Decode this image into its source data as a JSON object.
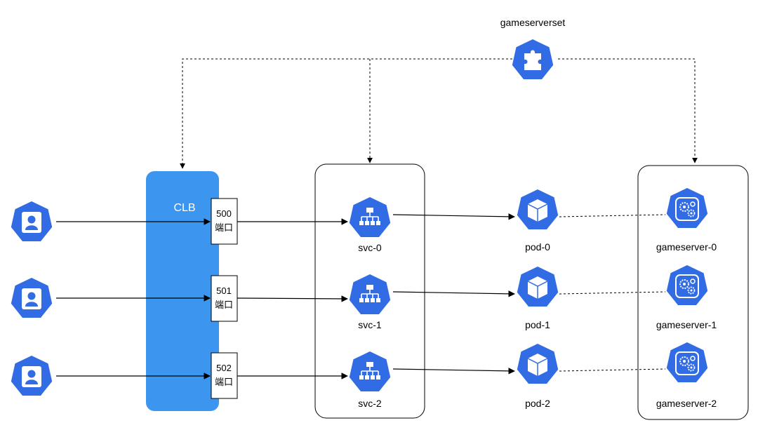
{
  "colors": {
    "k8s_blue": "#326CE5",
    "clb_blue": "#3C96F0",
    "line": "#000000"
  },
  "gameserverset": {
    "label": "gameserverset",
    "icon": "puzzle-icon"
  },
  "clb": {
    "label": "CLB"
  },
  "users": [
    {
      "icon": "user-icon"
    },
    {
      "icon": "user-icon"
    },
    {
      "icon": "user-icon"
    }
  ],
  "ports": [
    {
      "number": "500",
      "text": "端口"
    },
    {
      "number": "501",
      "text": "端口"
    },
    {
      "number": "502",
      "text": "端口"
    }
  ],
  "services": [
    {
      "label": "svc-0",
      "icon": "service-icon"
    },
    {
      "label": "svc-1",
      "icon": "service-icon"
    },
    {
      "label": "svc-2",
      "icon": "service-icon"
    }
  ],
  "pods": [
    {
      "label": "pod-0",
      "icon": "pod-icon"
    },
    {
      "label": "pod-1",
      "icon": "pod-icon"
    },
    {
      "label": "pod-2",
      "icon": "pod-icon"
    }
  ],
  "gameservers": [
    {
      "label": "gameserver-0",
      "icon": "gameserver-icon"
    },
    {
      "label": "gameserver-1",
      "icon": "gameserver-icon"
    },
    {
      "label": "gameserver-2",
      "icon": "gameserver-icon"
    }
  ]
}
